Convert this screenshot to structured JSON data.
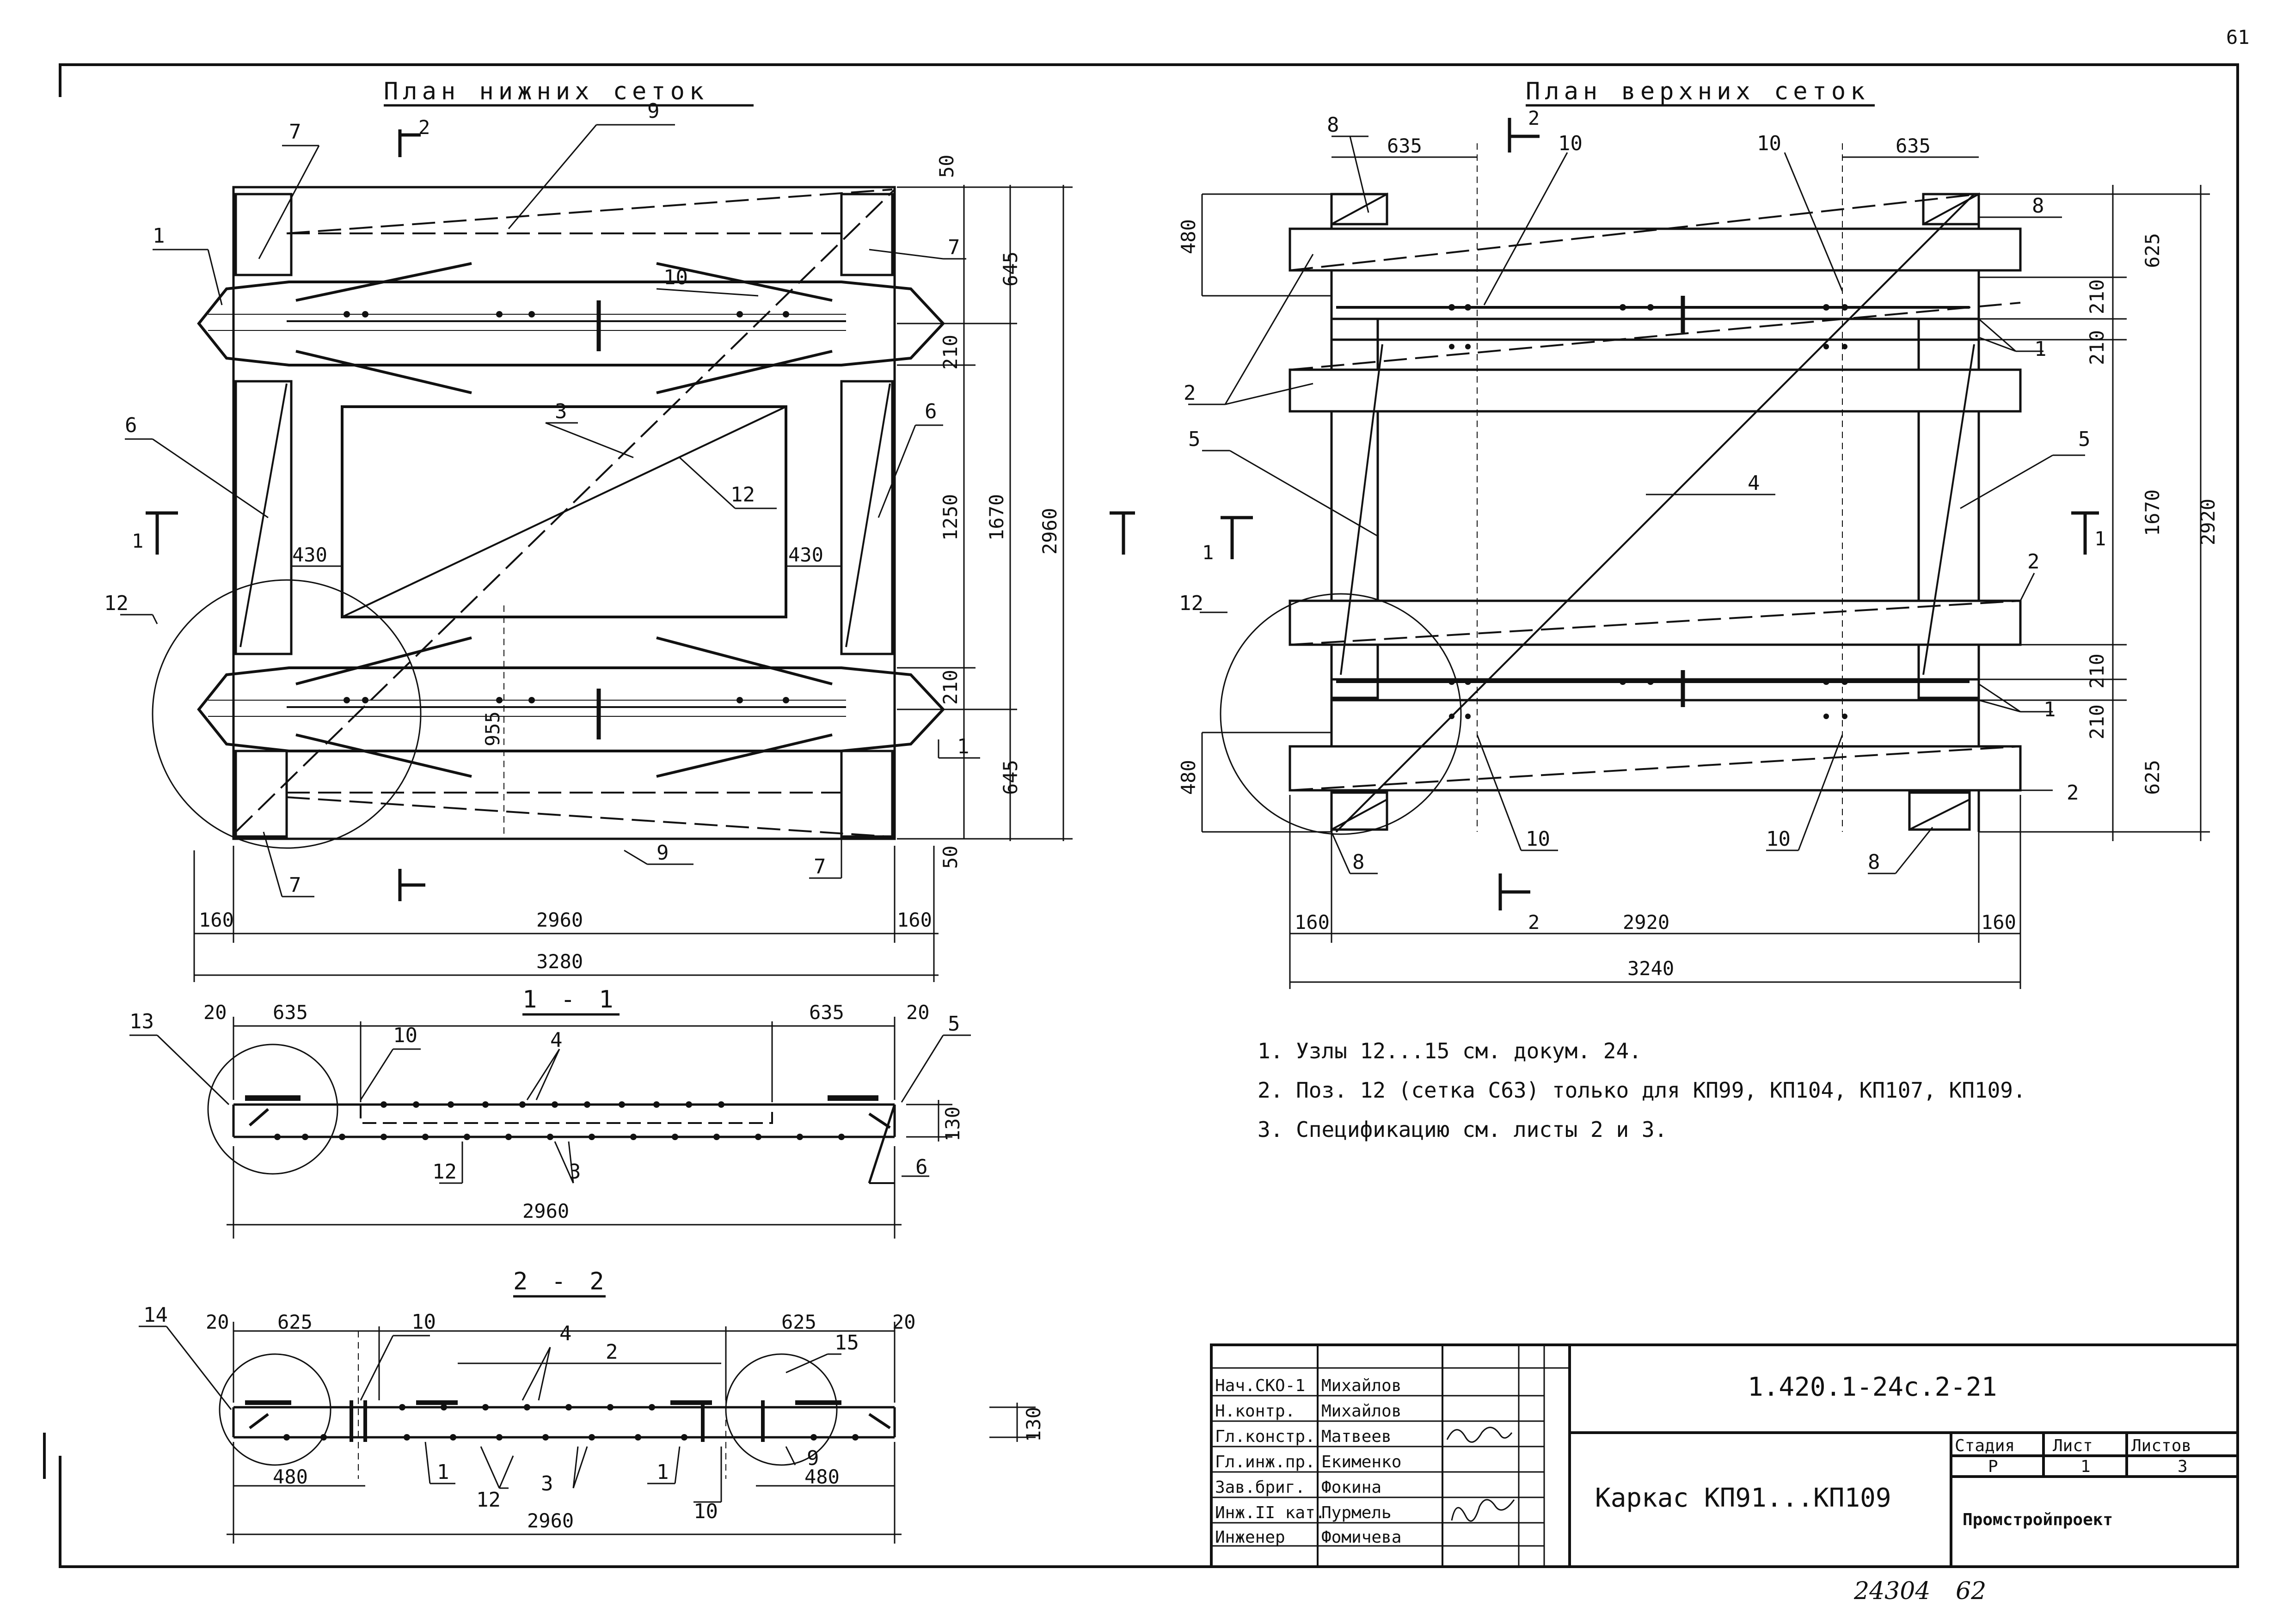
{
  "page_number": "61",
  "bottom_view": {
    "title": "План нижних сеток",
    "section_mark_2": "2",
    "section_mark_1": "1",
    "dims": {
      "top_50": "50",
      "right_645_top": "645",
      "right_210_a": "210",
      "right_1250": "1250",
      "right_1670": "1670",
      "right_2960": "2960",
      "right_210_b": "210",
      "right_645_bot": "645",
      "bottom_50": "50",
      "left_430": "430",
      "right_430": "430",
      "diag_955": "955",
      "bot_160_l": "160",
      "bot_2960": "2960",
      "bot_160_r": "160",
      "bot_3280": "3280"
    },
    "positions": {
      "p7_tl": "7",
      "p9_top": "9",
      "p1_top": "1",
      "p10": "10",
      "p7_tr": "7",
      "p6_l": "6",
      "p3": "3",
      "p6_r": "6",
      "p12": "12",
      "p12_circle": "12",
      "p1_bot": "1",
      "p9_bot": "9",
      "p7_bl": "7",
      "p7_br": "7"
    }
  },
  "top_view": {
    "title": "План верхних сеток",
    "section_mark_2": "2",
    "section_mark_1": "1",
    "dims": {
      "top_635_l": "635",
      "top_635_r": "635",
      "left_480_top": "480",
      "left_480_bot": "480",
      "right_210_a": "210",
      "right_210_b": "210",
      "right_625_top": "625",
      "right_1670": "1670",
      "right_2920": "2920",
      "right_210_c": "210",
      "right_210_d": "210",
      "right_625_bot": "625",
      "bot_160_l": "160",
      "bot_2920": "2920",
      "bot_160_r": "160",
      "bot_3240": "3240"
    },
    "positions": {
      "p8_tl": "8",
      "p10_tl": "10",
      "p10_tr": "10",
      "p8_tr": "8",
      "p1_top": "1",
      "p2_l": "2",
      "p5_l": "5",
      "p4": "4",
      "p5_r": "5",
      "p12_circle": "12",
      "p2_r": "2",
      "p1_bot": "1",
      "p2_rb": "2",
      "p8_bl": "8",
      "p10_bl": "10",
      "p10_br": "10",
      "p8_br": "8"
    }
  },
  "section_1_1": {
    "title": "1 - 1",
    "dims": {
      "d20_l": "20",
      "d635_l": "635",
      "d635_r": "635",
      "d20_r": "20",
      "d130": "130",
      "d2960": "2960"
    },
    "positions": {
      "p13": "13",
      "p10": "10",
      "p4": "4",
      "p5": "5",
      "p12": "12",
      "p3": "3",
      "p6": "6"
    }
  },
  "section_2_2": {
    "title": "2 - 2",
    "dims": {
      "d20_l": "20",
      "d625_l": "625",
      "d625_r": "625",
      "d20_r": "20",
      "d130": "130",
      "d480_l": "480",
      "d480_r": "480",
      "d2960": "2960"
    },
    "positions": {
      "p14": "14",
      "p10_top": "10",
      "p4": "4",
      "p2": "2",
      "p15": "15",
      "p1_l": "1",
      "p12": "12",
      "p3": "3",
      "p1_r": "1",
      "p10_bot": "10",
      "p9": "9"
    }
  },
  "notes": [
    "1. Узлы  12...15  см.  докум. 24.",
    "2. Поз. 12 (сетка С63) только для  КП99, КП104, КП107, КП109.",
    "3. Спецификацию  см.  листы  2  и 3."
  ],
  "title_block": {
    "doc_code": "1.420.1-24с.2-21",
    "object_name": "Каркас  КП91...КП109",
    "org": "Промстройпроект",
    "headers": {
      "stage": "Стадия",
      "sheet": "Лист",
      "sheets": "Листов"
    },
    "values": {
      "stage": "Р",
      "sheet": "1",
      "sheets": "3"
    },
    "signatures": [
      {
        "role": "Нач.СКО-1",
        "name": "Михайлов"
      },
      {
        "role": "Н.контр.",
        "name": "Михайлов"
      },
      {
        "role": "Гл.констр.",
        "name": "Матвеев"
      },
      {
        "role": "Гл.инж.пр.",
        "name": "Екименко"
      },
      {
        "role": "Зав.бриг.",
        "name": "Фокина"
      },
      {
        "role": "Инж.II кат.",
        "name": "Пурмель"
      },
      {
        "role": "Инженер",
        "name": "Фомичева"
      }
    ]
  },
  "archive_number": "24304",
  "archive_suffix": "62"
}
